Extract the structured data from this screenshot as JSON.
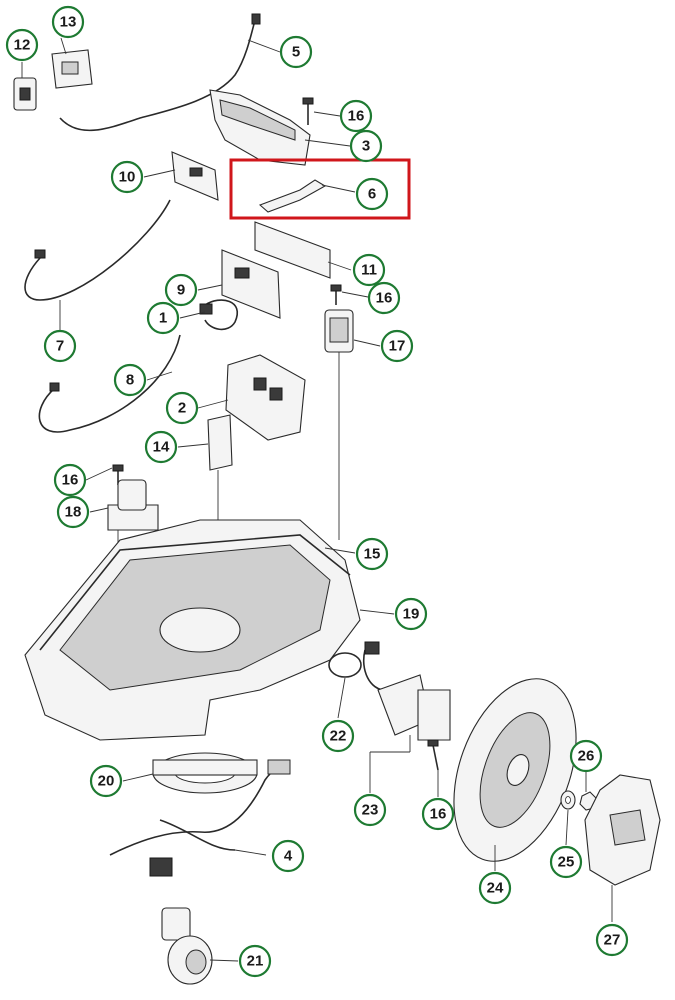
{
  "callouts": [
    {
      "id": "c1",
      "label": "1"
    },
    {
      "id": "c2",
      "label": "2"
    },
    {
      "id": "c3",
      "label": "3"
    },
    {
      "id": "c4",
      "label": "4"
    },
    {
      "id": "c5",
      "label": "5"
    },
    {
      "id": "c6",
      "label": "6"
    },
    {
      "id": "c7",
      "label": "7"
    },
    {
      "id": "c8",
      "label": "8"
    },
    {
      "id": "c9",
      "label": "9"
    },
    {
      "id": "c10",
      "label": "10"
    },
    {
      "id": "c11",
      "label": "11"
    },
    {
      "id": "c12",
      "label": "12"
    },
    {
      "id": "c13",
      "label": "13"
    },
    {
      "id": "c14",
      "label": "14"
    },
    {
      "id": "c15",
      "label": "15"
    },
    {
      "id": "c16a",
      "label": "16"
    },
    {
      "id": "c16b",
      "label": "16"
    },
    {
      "id": "c16c",
      "label": "16"
    },
    {
      "id": "c16d",
      "label": "16"
    },
    {
      "id": "c17",
      "label": "17"
    },
    {
      "id": "c18",
      "label": "18"
    },
    {
      "id": "c19",
      "label": "19"
    },
    {
      "id": "c20",
      "label": "20"
    },
    {
      "id": "c21",
      "label": "21"
    },
    {
      "id": "c22",
      "label": "22"
    },
    {
      "id": "c23",
      "label": "23"
    },
    {
      "id": "c24",
      "label": "24"
    },
    {
      "id": "c25",
      "label": "25"
    },
    {
      "id": "c26",
      "label": "26"
    },
    {
      "id": "c27",
      "label": "27"
    }
  ],
  "highlight": {
    "target": "c6",
    "color": "#d0161b"
  },
  "colors": {
    "callout_ring": "#1e7a32",
    "highlight": "#d0161b",
    "line": "#2a2a2a"
  }
}
